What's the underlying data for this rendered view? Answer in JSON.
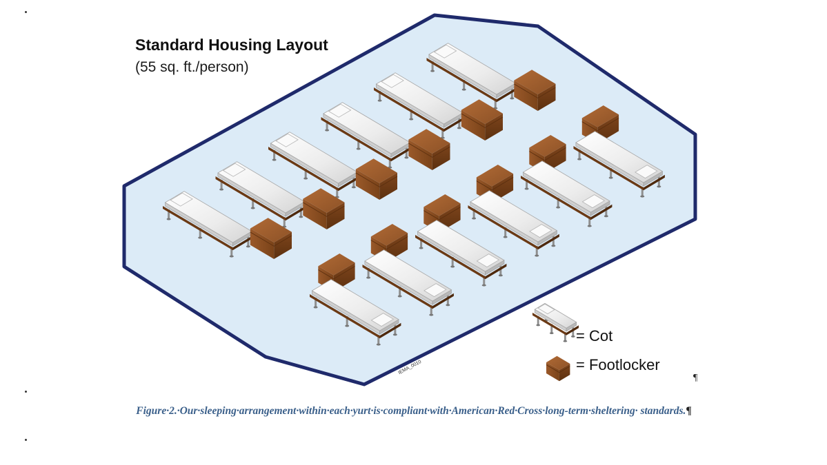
{
  "diagram": {
    "title": "Standard Housing Layout",
    "subtitle": "(55 sq. ft./person)",
    "legend": {
      "cot_label": "= Cot",
      "footlocker_label": "= Footlocker"
    },
    "stamp": "IEMA_0010",
    "pilcrow": "¶",
    "colors": {
      "floor_fill": "#dcebf7",
      "floor_border": "#1f2a6b",
      "footlocker": "#8a4e24",
      "cot_mattress": "#eeeeee",
      "cot_frame": "#6b3a15"
    },
    "arrangement": {
      "upper_row_cots": 6,
      "lower_row_cots": 6
    }
  },
  "caption": {
    "text": "Figure·2.·Our·sleeping·arrangement·within·each·yurt·is·compliant·with·American·Red·Cross·long-term·sheltering· standards.",
    "pilcrow": "¶"
  }
}
